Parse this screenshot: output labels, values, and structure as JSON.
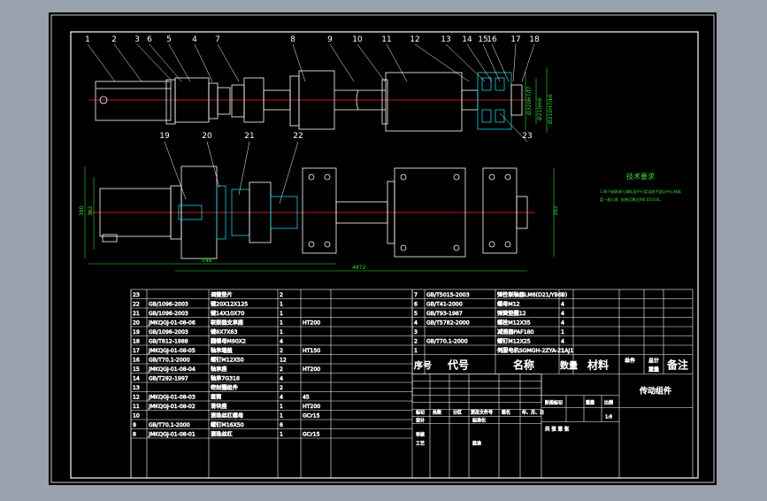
{
  "colors": {
    "background": "#9aa2ad",
    "paper": "#000000",
    "line": "#ffffff",
    "centerline": "#ff2020",
    "section": "#1ad0e0",
    "dimension": "#30e030",
    "text": "#ffffff",
    "tech": "#30e030"
  },
  "balloons": [
    "1",
    "2",
    "3",
    "6",
    "5",
    "4",
    "7",
    "8",
    "9",
    "10",
    "11",
    "12",
    "13",
    "14",
    "15",
    "16",
    "17",
    "18"
  ],
  "balloons_lower": [
    "19",
    "20",
    "21",
    "22",
    "23"
  ],
  "dimensions": {
    "overall_length": "4872",
    "left_length": "548",
    "height_left": "380",
    "height_right": "392",
    "height_small": "392",
    "dim_a": "Ø320H7/f7",
    "dim_b": "Ø210m6",
    "dim_c": "Ø210H7/k6"
  },
  "tech": {
    "title": "技术要求",
    "line1": "1.两个轴承座与滑轨面平行度误差不超过中心线高",
    "line2": "度一般公差, 安装后需达到0.05/100。"
  },
  "bom_left": [
    [
      "23",
      "",
      "调整垫片",
      "2",
      ""
    ],
    [
      "22",
      "GB/1096-2003",
      "键20X12X125",
      "1",
      ""
    ],
    [
      "21",
      "GB/1096-2003",
      "键14X10X70",
      "1",
      ""
    ],
    [
      "20",
      "JMKQGJ-01-08-06",
      "联接器支承座",
      "1",
      "HT200"
    ],
    [
      "19",
      "GB/1096-2003",
      "键8X7X63",
      "1",
      ""
    ],
    [
      "18",
      "GB/T812-1988",
      "圆螺母M90X2",
      "4",
      ""
    ],
    [
      "17",
      "JMKQGJ-01-08-05",
      "轴承端盖",
      "2",
      "HT150"
    ],
    [
      "16",
      "GB/T70.1-2000",
      "螺钉M12X50",
      "12",
      ""
    ],
    [
      "15",
      "JMKQGJ-01-08-04",
      "轴承座",
      "2",
      "HT200"
    ],
    [
      "14",
      "GB/T292-1997",
      "轴承7G318",
      "4",
      ""
    ],
    [
      "13",
      "",
      "密封圈组件",
      "2",
      ""
    ],
    [
      "12",
      "JMKQGJ-01-08-03",
      "套筒",
      "4",
      "45"
    ],
    [
      "11",
      "JMKQGJ-01-08-02",
      "滑块座",
      "1",
      "HT200"
    ],
    [
      "10",
      "",
      "滚珠丝杠螺母",
      "1",
      "GCr15"
    ],
    [
      "9",
      "GB/T70.1-2000",
      "螺钉M16X50",
      "6",
      ""
    ],
    [
      "8",
      "JMKQGJ-01-08-01",
      "滚珠丝杠",
      "1",
      "GCr15"
    ]
  ],
  "bom_right": [
    [
      "7",
      "GB/T5015-2003",
      "弹性联轴器LM6(D21/YB60)",
      "1",
      ""
    ],
    [
      "6",
      "GB/T41-2000",
      "螺母M12",
      "4",
      ""
    ],
    [
      "5",
      "GB/T93-1987",
      "弹簧垫圈12",
      "4",
      ""
    ],
    [
      "4",
      "GB/T5782-2000",
      "螺栓M12X35",
      "4",
      ""
    ],
    [
      "3",
      "",
      "减速器PAF180",
      "1",
      ""
    ],
    [
      "2",
      "GB/T70.1-2000",
      "螺钉M12X25",
      "4",
      ""
    ],
    [
      "1",
      "",
      "伺服电机SGMGH-2ZYA-21AJ1",
      "1",
      ""
    ]
  ],
  "bom_header": {
    "seq": "序号",
    "code": "代号",
    "name": "名称",
    "qty": "数量",
    "material": "材料",
    "single": "单件",
    "total": "总计",
    "weight": "重量",
    "remark": "备注"
  },
  "title_block": {
    "mark": "标记",
    "count": "处数",
    "zone": "分区",
    "doc": "更改文件号",
    "sign": "签名",
    "date": "年、月、日",
    "design": "设计",
    "standard": "标准化",
    "review": "审核",
    "process": "工艺",
    "approve": "批准",
    "stage": "阶段标记",
    "weight": "重量",
    "scale": "比例",
    "scale_value": "1:8",
    "sheets": "共    张    第    张",
    "drawing_name": "传动组件"
  }
}
